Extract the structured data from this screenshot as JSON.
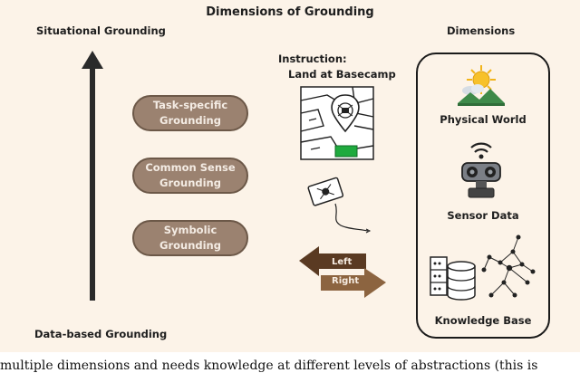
{
  "title": "Dimensions of Grounding",
  "axis": {
    "top_label": "Situational Grounding",
    "bottom_label": "Data-based Grounding"
  },
  "levels": [
    {
      "label": "Task-specific Grounding"
    },
    {
      "label": "Common Sense Grounding"
    },
    {
      "label": "Symbolic Grounding"
    }
  ],
  "instruction": {
    "heading": "Instruction:",
    "text": "Land at Basecamp"
  },
  "arrows": {
    "left": "Left",
    "right": "Right"
  },
  "dimensions": {
    "heading": "Dimensions",
    "items": [
      {
        "label": "Physical World",
        "icon": "sun-landscape-icon"
      },
      {
        "label": "Sensor Data",
        "icon": "sensor-icon"
      },
      {
        "label": "Knowledge Base",
        "icon": "database-graph-icon"
      }
    ]
  },
  "caption": "multiple dimensions and needs knowledge at different levels of abstractions (this is"
}
